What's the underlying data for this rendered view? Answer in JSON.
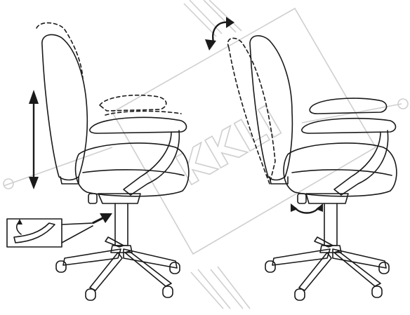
{
  "watermark": {
    "text": "KKLI"
  },
  "figures": {
    "left": {
      "icon": "office-chair-height-and-armrest-adjustment"
    },
    "right": {
      "icon": "office-chair-backrest-tilt-adjustment"
    }
  },
  "colors": {
    "line": "#1a1a1a",
    "watermark": "#cfcfcf",
    "background": "#ffffff"
  }
}
